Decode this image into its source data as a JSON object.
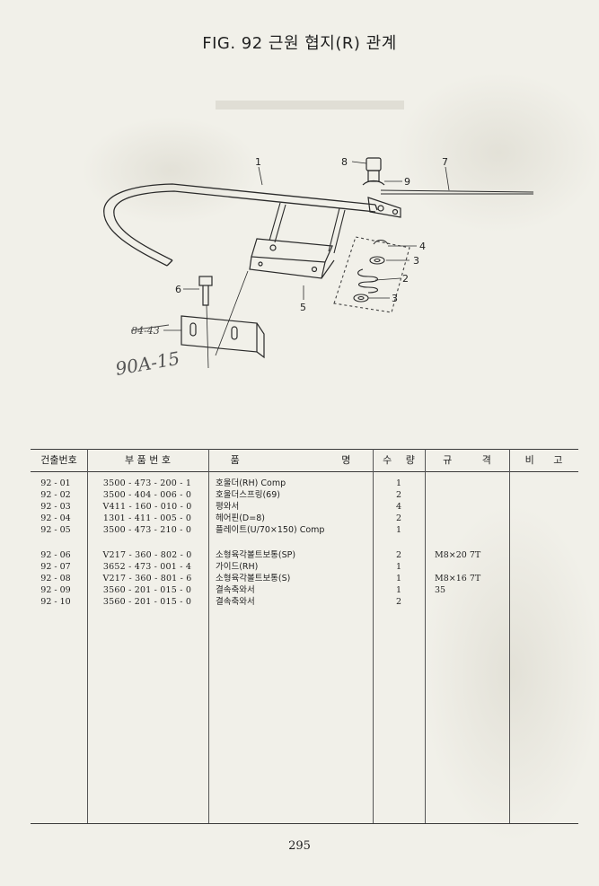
{
  "title": "FIG. 92 근원 협지(R) 관계",
  "diagram": {
    "callouts": [
      "1",
      "2",
      "3",
      "3",
      "4",
      "5",
      "6",
      "7",
      "8",
      "9"
    ],
    "handwritten_part": "84-43",
    "handwritten_code": "90A-15"
  },
  "table": {
    "headers": {
      "no": "건출번호",
      "part": "부 품 번 호",
      "name": "품 명",
      "qty": "수 량",
      "spec": "규 격",
      "note": "비 고"
    },
    "rows": [
      {
        "no": "92 - 01",
        "part": "3500 - 473 - 200 - 1",
        "name": "호울더(RH) Comp",
        "qty": "1",
        "spec": ""
      },
      {
        "no": "92 - 02",
        "part": "3500 - 404 - 006 - 0",
        "name": "호울더스프링(69)",
        "qty": "2",
        "spec": ""
      },
      {
        "no": "92 - 03",
        "part": "V411 - 160 - 010 - 0",
        "name": "평와서",
        "qty": "4",
        "spec": ""
      },
      {
        "no": "92 - 04",
        "part": "1301 - 411 - 005 - 0",
        "name": "헤어핀(D=8)",
        "qty": "2",
        "spec": ""
      },
      {
        "no": "92 - 05",
        "part": "3500 - 473 - 210 - 0",
        "name": "플레이트(U/70×150) Comp",
        "qty": "1",
        "spec": ""
      },
      {
        "no": "92 - 06",
        "part": "V217 - 360 - 802 - 0",
        "name": "소형육각볼트보통(SP)",
        "qty": "2",
        "spec": "M8×20 7T"
      },
      {
        "no": "92 - 07",
        "part": "3652 - 473 - 001 - 4",
        "name": "가이드(RH)",
        "qty": "1",
        "spec": ""
      },
      {
        "no": "92 - 08",
        "part": "V217 - 360 - 801 - 6",
        "name": "소형육각볼트보통(S)",
        "qty": "1",
        "spec": "M8×16 7T"
      },
      {
        "no": "92 - 09",
        "part": "3560 - 201 - 015 - 0",
        "name": "결속축와서",
        "qty": "1",
        "spec": "35"
      },
      {
        "no": "92 - 10",
        "part": "3560 - 201 - 015 - 0",
        "name": "결속축와서",
        "qty": "2",
        "spec": ""
      }
    ]
  },
  "page_number": "295"
}
